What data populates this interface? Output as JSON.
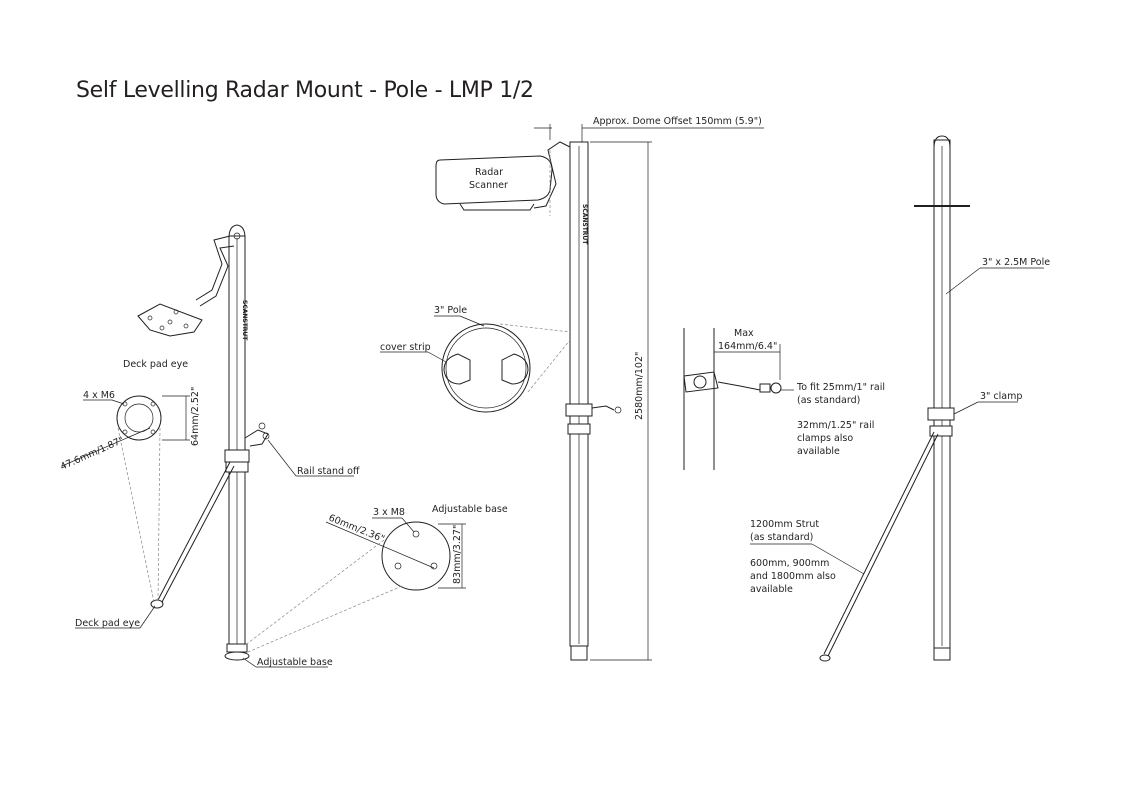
{
  "title": "Self Levelling Radar Mount - Pole - LMP 1/2",
  "labels": {
    "deck_pad_eye_top": "Deck pad eye",
    "four_m6": "4 x M6",
    "dim_64": "64mm/2.52\"",
    "dim_476": "47.6mm/1.87\"",
    "rail_stand_off": "Rail stand off",
    "deck_pad_eye_bottom": "Deck pad eye",
    "adjustable_base_left": "Adjustable base",
    "three_m8": "3 x M8",
    "adjustable_base_detail": "Adjustable base",
    "dim_60": "60mm/2.36\"",
    "dim_83": "83mm/3.27\"",
    "dome_offset": "Approx. Dome Offset   150mm (5.9\")",
    "radar": "Radar",
    "scanner": "Scanner",
    "pole_3": "3\" Pole",
    "cover_strip": "cover strip",
    "height_2580": "2580mm/102\"",
    "max": "Max",
    "dim_164": "164mm/6.4\"",
    "fit_line1": "To fit 25mm/1\" rail",
    "fit_line2": "(as standard)",
    "alt_line1": "32mm/1.25\" rail",
    "alt_line2": "clamps also",
    "alt_line3": "available",
    "pole_25m": "3\" x 2.5M Pole",
    "clamp_3": "3\" clamp",
    "strut_line1": "1200mm Strut",
    "strut_line2": "(as standard)",
    "strut_opt1": "600mm, 900mm",
    "strut_opt2": "and 1800mm also",
    "strut_opt3": "available",
    "brand": "SCANSTRUT"
  }
}
